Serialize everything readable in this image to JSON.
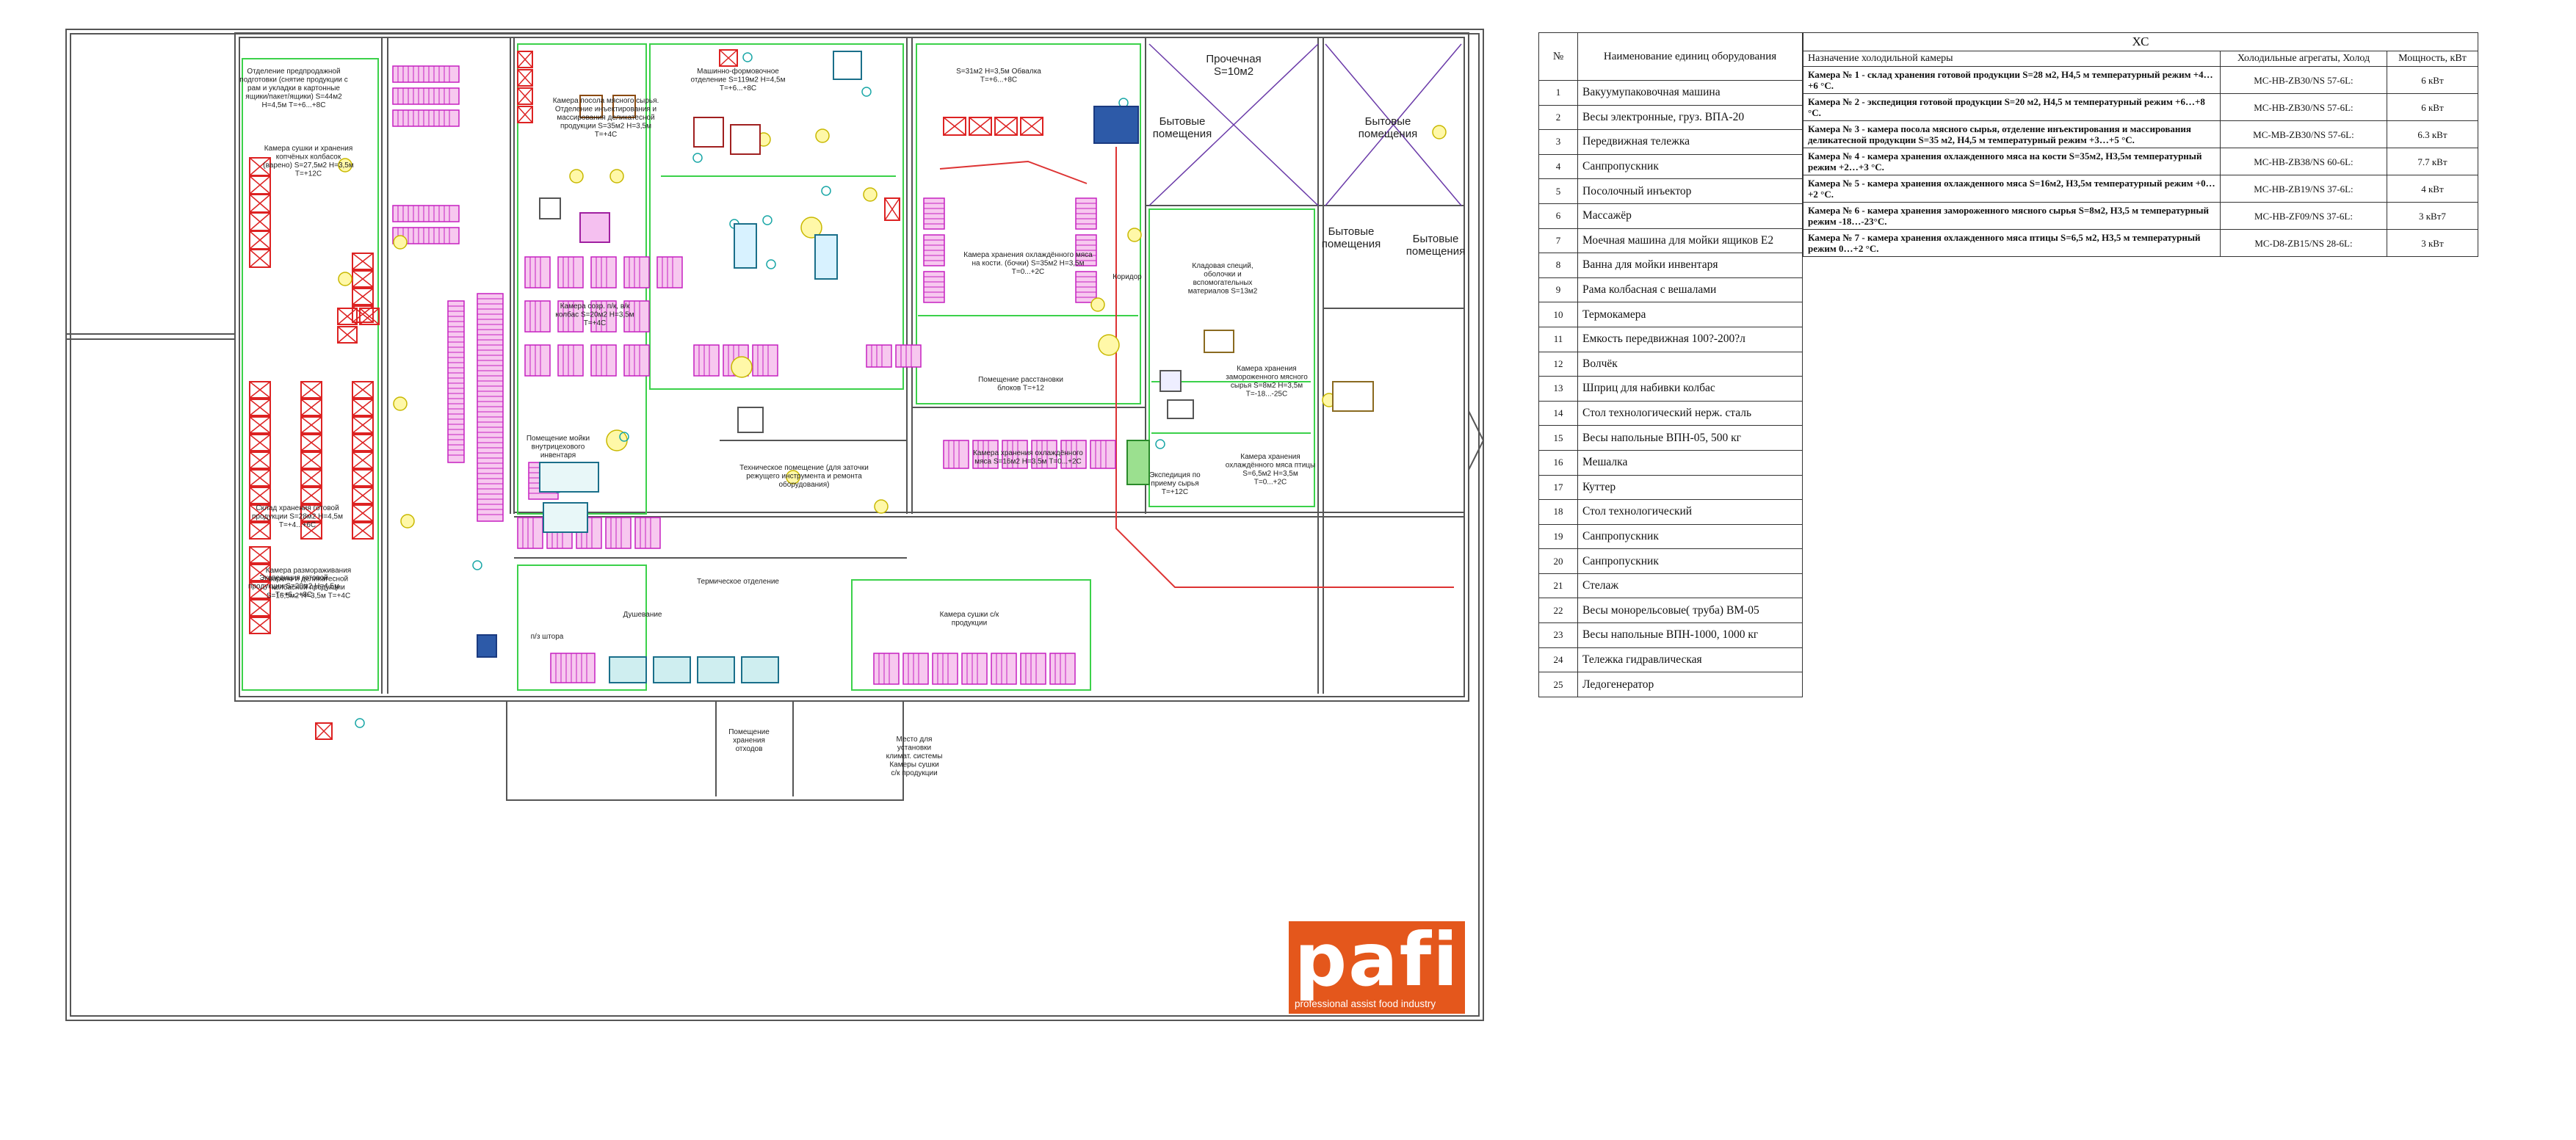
{
  "plan": {
    "rooms": [
      {
        "id": "r1",
        "text": "Отделение предпродажной подготовки (снятие продукции с рам и укладки в картонные ящики/пакет/ящики) S=44м2 H=4,5м T=+6...+8С"
      },
      {
        "id": "r2",
        "text": "Камера сушки и хранения копчёных колбасок (варено) S=27,5м2 H=3,5м T=+12С"
      },
      {
        "id": "r3",
        "text": "Камера посола мясного сырья. Отделение инъектирования и массирования деликатесной продукции S=35м2 H=3,5м T=+4С"
      },
      {
        "id": "r4",
        "text": "Машинно-формовочное отделение S=119м2 H=4,5м T=+6...+8С"
      },
      {
        "id": "r5",
        "text": "S=31м2 H=3,5м Обвалка T=+6...+8С"
      },
      {
        "id": "r6",
        "text": "Прочечная S=10м2"
      },
      {
        "id": "r7",
        "text": "Бытовые помещения"
      },
      {
        "id": "r8",
        "text": "Бытовые помещения"
      },
      {
        "id": "r9",
        "text": "Бытовые помещения"
      },
      {
        "id": "r10",
        "text": "Бытовые помещения"
      },
      {
        "id": "r11",
        "text": "Камера хранения охлаждённого мяса на кости. (бочки) S=35м2 H=3,5м T=0...+2С"
      },
      {
        "id": "r12",
        "text": "Кладовая специй, оболочки и вспомогательных материалов S=13м2"
      },
      {
        "id": "r13",
        "text": "Камера созр. п/к, в/к колбас S=20м2 H=3,5м T=+4С"
      },
      {
        "id": "r14",
        "text": "Помещение мойки внутрицехового инвентаря"
      },
      {
        "id": "r15",
        "text": "Помещение расстановки блоков T=+12"
      },
      {
        "id": "r16",
        "text": "Техническое помещение (для заточки режущего инструмента и ремонта оборудования)"
      },
      {
        "id": "r17",
        "text": "Камера хранения охлаждённого мяса S=16м2 H=3,5м T=0...+2С"
      },
      {
        "id": "r18",
        "text": "Камера хранения замороженного мясного сырья S=8м2 H=3,5м T=-18...-25С"
      },
      {
        "id": "r19",
        "text": "Камера хранения охлаждённого мяса птицы S=6,5м2 H=3,5м T=0...+2С"
      },
      {
        "id": "r20",
        "text": "Экспедиция по приему сырья T=+12С"
      },
      {
        "id": "r21",
        "text": "Склад хранения готовой продукции S=28м2 H=4,5м T=+4...+6С"
      },
      {
        "id": "r22",
        "text": "Экспедиция готовой продукции S=20м2 H=4,5м T=+6...+8С"
      },
      {
        "id": "r23",
        "text": "Камера размораживания варено и деликатесной колбасной продукции S=16,5м2 H=3,5м T=+4С"
      },
      {
        "id": "r24",
        "text": "Термическое отделение"
      },
      {
        "id": "r25",
        "text": "Душевание"
      },
      {
        "id": "r26",
        "text": "п/з штора"
      },
      {
        "id": "r27",
        "text": "Камера сушки с/к продукции"
      },
      {
        "id": "r28",
        "text": "Помещение хранения отходов"
      },
      {
        "id": "r29",
        "text": "Место для установки климат. системы Камеры сушки с/к продукции"
      },
      {
        "id": "r30",
        "text": "Коридор"
      }
    ]
  },
  "equipment_table": {
    "header_num": "№",
    "header_name": "Наименование единиц оборудования",
    "rows": [
      {
        "n": "1",
        "name": "Вакуумупаковочная машина"
      },
      {
        "n": "2",
        "name": "Весы электронные, груз. ВПА-20"
      },
      {
        "n": "3",
        "name": "Передвижная тележка"
      },
      {
        "n": "4",
        "name": "Санпропускник"
      },
      {
        "n": "5",
        "name": "Посолочный инъектор"
      },
      {
        "n": "6",
        "name": "Массажёр"
      },
      {
        "n": "7",
        "name": "Моечная машина для мойки ящиков Е2"
      },
      {
        "n": "8",
        "name": "Ванна для мойки инвентаря"
      },
      {
        "n": "9",
        "name": "Рама колбасная с вешалами"
      },
      {
        "n": "10",
        "name": "Термокамера"
      },
      {
        "n": "11",
        "name": "Емкость передвижная 100?-200?л"
      },
      {
        "n": "12",
        "name": "Волчёк"
      },
      {
        "n": "13",
        "name": "Шприц для набивки колбас"
      },
      {
        "n": "14",
        "name": "Стол технологический нерж. сталь"
      },
      {
        "n": "15",
        "name": "Весы напольные ВПН-05, 500 кг"
      },
      {
        "n": "16",
        "name": "Мешалка"
      },
      {
        "n": "17",
        "name": "Куттер"
      },
      {
        "n": "18",
        "name": "Стол технологический"
      },
      {
        "n": "19",
        "name": "Санпропускник"
      },
      {
        "n": "20",
        "name": "Санпропускник"
      },
      {
        "n": "21",
        "name": "Стелаж"
      },
      {
        "n": "22",
        "name": "Весы монорельсовые( труба) ВМ-05"
      },
      {
        "n": "23",
        "name": "Весы напольные ВПН-1000, 1000 кг"
      },
      {
        "n": "24",
        "name": "Тележка гидравлическая"
      },
      {
        "n": "25",
        "name": "Ледогенератор"
      }
    ]
  },
  "cold_table": {
    "title": "ХС",
    "col_name": "Назначение холодильной камеры",
    "col_agg": "Холодильные агрегаты, Холод",
    "col_power": "Мощность, кВт",
    "rows": [
      {
        "name": "Камера № 1 - склад хранения готовой продукции S=28 м2, H4,5 м температурный режим +4…+6 °С.",
        "agg": "MC-HB-ZB30/NS 57-6L:",
        "power": "6 кВт"
      },
      {
        "name": "Камера № 2 - экспедиция готовой продукции S=20 м2, H4,5 м температурный режим +6…+8 °С.",
        "agg": "MC-HB-ZB30/NS 57-6L:",
        "power": "6 кВт"
      },
      {
        "name": "Камера № 3 - камера посола мясного сырья, отделение инъектирования и массирования деликатесной продукции S=35 м2, H4,5 м температурный режим +3…+5 °С.",
        "agg": "MC-MB-ZB30/NS 57-6L:",
        "power": "6.3 кВт"
      },
      {
        "name": "Камера № 4 - камера хранения охлажденного мяса на кости S=35м2, H3,5м температурный режим +2…+3 °С.",
        "agg": "MC-HB-ZB38/NS 60-6L:",
        "power": "7.7 кВт"
      },
      {
        "name": "Камера № 5 - камера хранения охлажденного мяса S=16м2, H3,5м температурный режим +0…+2 °С.",
        "agg": "MC-HB-ZB19/NS 37-6L:",
        "power": "4 кВт"
      },
      {
        "name": "Камера № 6 - камера хранения замороженного мясного сырья S=8м2, H3,5 м температурный режим -18…-23°С.",
        "agg": "MC-HB-ZF09/NS 37-6L:",
        "power": "3 кВт7"
      },
      {
        "name": "Камера № 7 - камера хранения охлажденного мяса птицы S=6,5 м2, H3,5 м температурный режим 0…+2 °С.",
        "agg": "MC-D8-ZB15/NS 28-6L:",
        "power": "3 кВт"
      }
    ]
  },
  "logo": {
    "word": "pafi",
    "tagline": "professional assist food industry",
    "color": "#e4571c"
  }
}
